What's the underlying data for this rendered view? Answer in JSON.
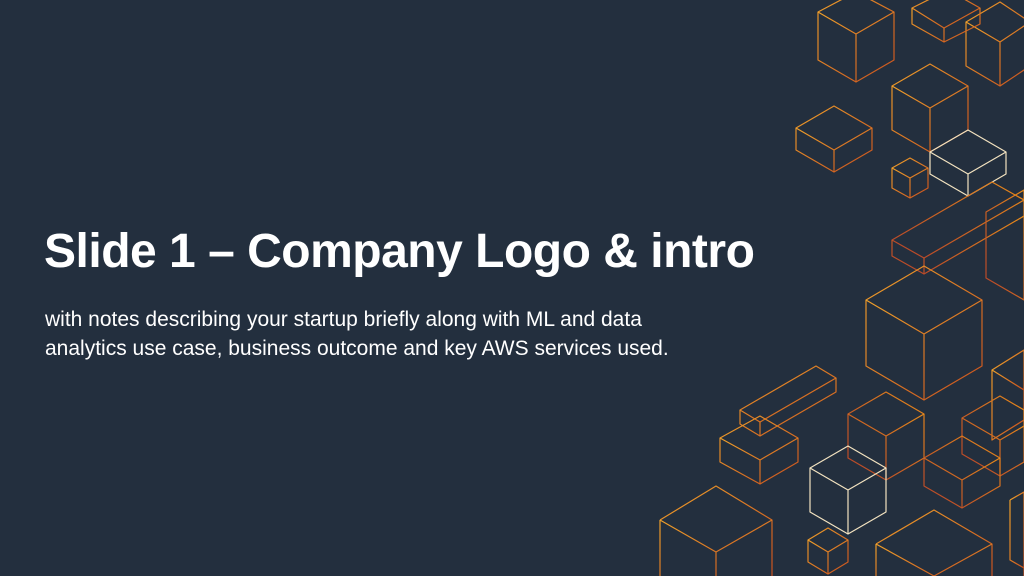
{
  "slide": {
    "title": "Slide 1 – Company Logo & intro",
    "subtitle": "with notes describing your startup briefly along with ML and data analytics use case, business outcome and key AWS services used."
  },
  "colors": {
    "background": "#232f3e",
    "text": "#ffffff",
    "accent_orange": "#e88a1a",
    "accent_deep": "#c8501e",
    "accent_light": "#f3e3c0"
  },
  "decoration": {
    "icon": "isometric-cubes-pattern"
  }
}
